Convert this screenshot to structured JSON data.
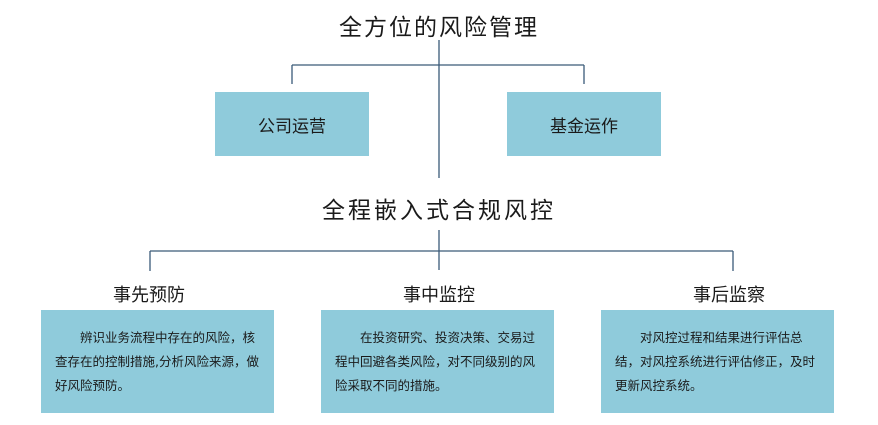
{
  "colors": {
    "box_fill": "#8fcbdb",
    "line": "#3a5a78",
    "text": "#1a1a1a"
  },
  "top": {
    "title": "全方位的风险管理",
    "branches": [
      "公司运营",
      "基金运作"
    ]
  },
  "middle": {
    "title": "全程嵌入式合规风控"
  },
  "phases": [
    {
      "label": "事先预防",
      "description": "辨识业务流程中存在的风险，核查存在的控制措施,分析风险来源，做好风险预防。"
    },
    {
      "label": "事中监控",
      "description": "在投资研究、投资决策、交易过程中回避各类风险，对不同级别的风险采取不同的措施。"
    },
    {
      "label": "事后监察",
      "description": "对风控过程和结果进行评估总结，对风控系统进行评估修正，及时更新风控系统。"
    }
  ]
}
